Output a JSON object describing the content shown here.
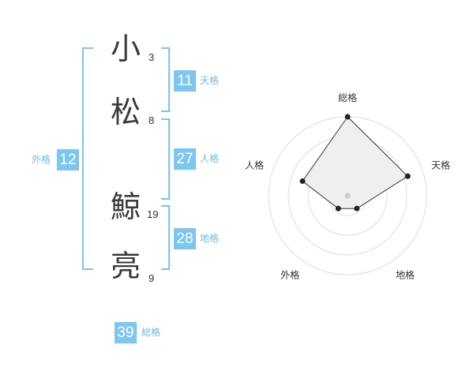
{
  "name": {
    "chars": [
      {
        "char": "小",
        "strokes": "3"
      },
      {
        "char": "松",
        "strokes": "8"
      },
      {
        "char": "鯨",
        "strokes": "19"
      },
      {
        "char": "亮",
        "strokes": "9"
      }
    ]
  },
  "kakusu": {
    "tenkaku": {
      "value": "11",
      "label": "天格"
    },
    "jinkaku": {
      "value": "27",
      "label": "人格"
    },
    "chikaku": {
      "value": "28",
      "label": "地格"
    },
    "gaikaku": {
      "value": "12",
      "label": "外格"
    },
    "soukaku": {
      "value": "39",
      "label": "総格"
    }
  },
  "colors": {
    "accent": "#7cc7f2",
    "label": "#6fbde8",
    "text": "#3a3a3a"
  },
  "chart_data": {
    "type": "radar",
    "axes": [
      "総格",
      "天格",
      "地格",
      "外格",
      "人格"
    ],
    "values": [
      5,
      4,
      1,
      1,
      3
    ],
    "max": 5,
    "rings": 4,
    "grid": true
  }
}
